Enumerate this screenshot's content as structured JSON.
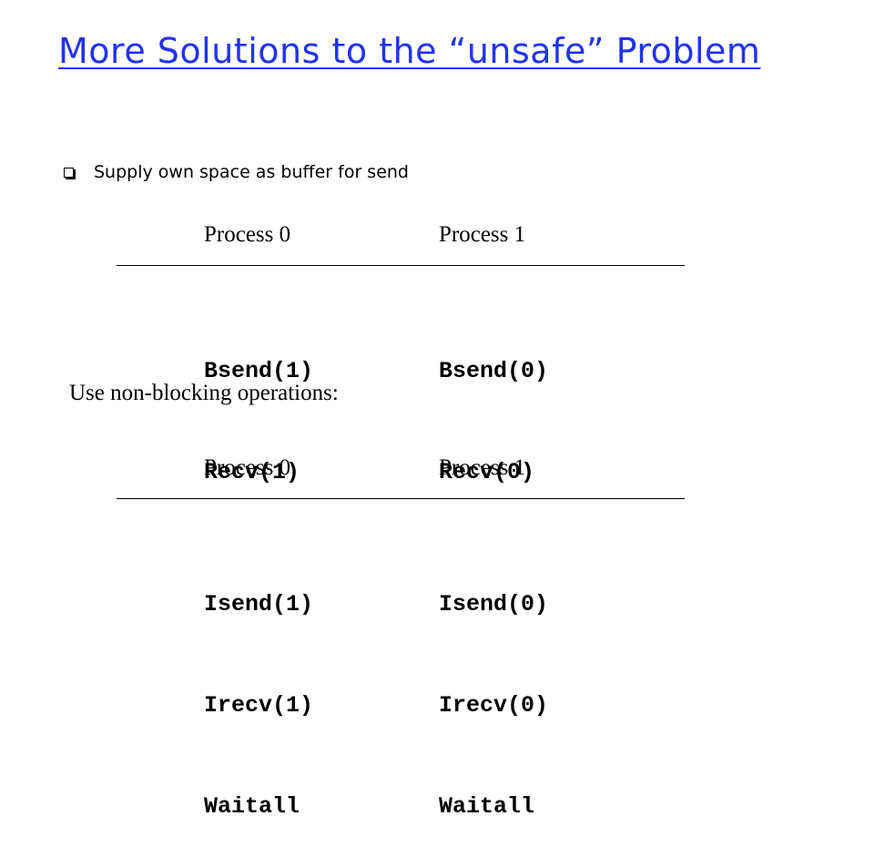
{
  "slide": {
    "title": "More Solutions to the “unsafe” Problem",
    "bullet": "Supply own space as buffer for send",
    "subhead": "Use non-blocking operations:"
  },
  "table1": {
    "header0": "Process 0",
    "header1": "Process 1",
    "col0": [
      "Bsend(1)",
      "Recv(1)"
    ],
    "col1": [
      "Bsend(0)",
      "Recv(0)"
    ]
  },
  "table2": {
    "header0": "Process 0",
    "header1": "Process 1",
    "col0": [
      "Isend(1)",
      "Irecv(1)",
      "Waitall"
    ],
    "col1": [
      "Isend(0)",
      "Irecv(0)",
      "Waitall"
    ]
  }
}
